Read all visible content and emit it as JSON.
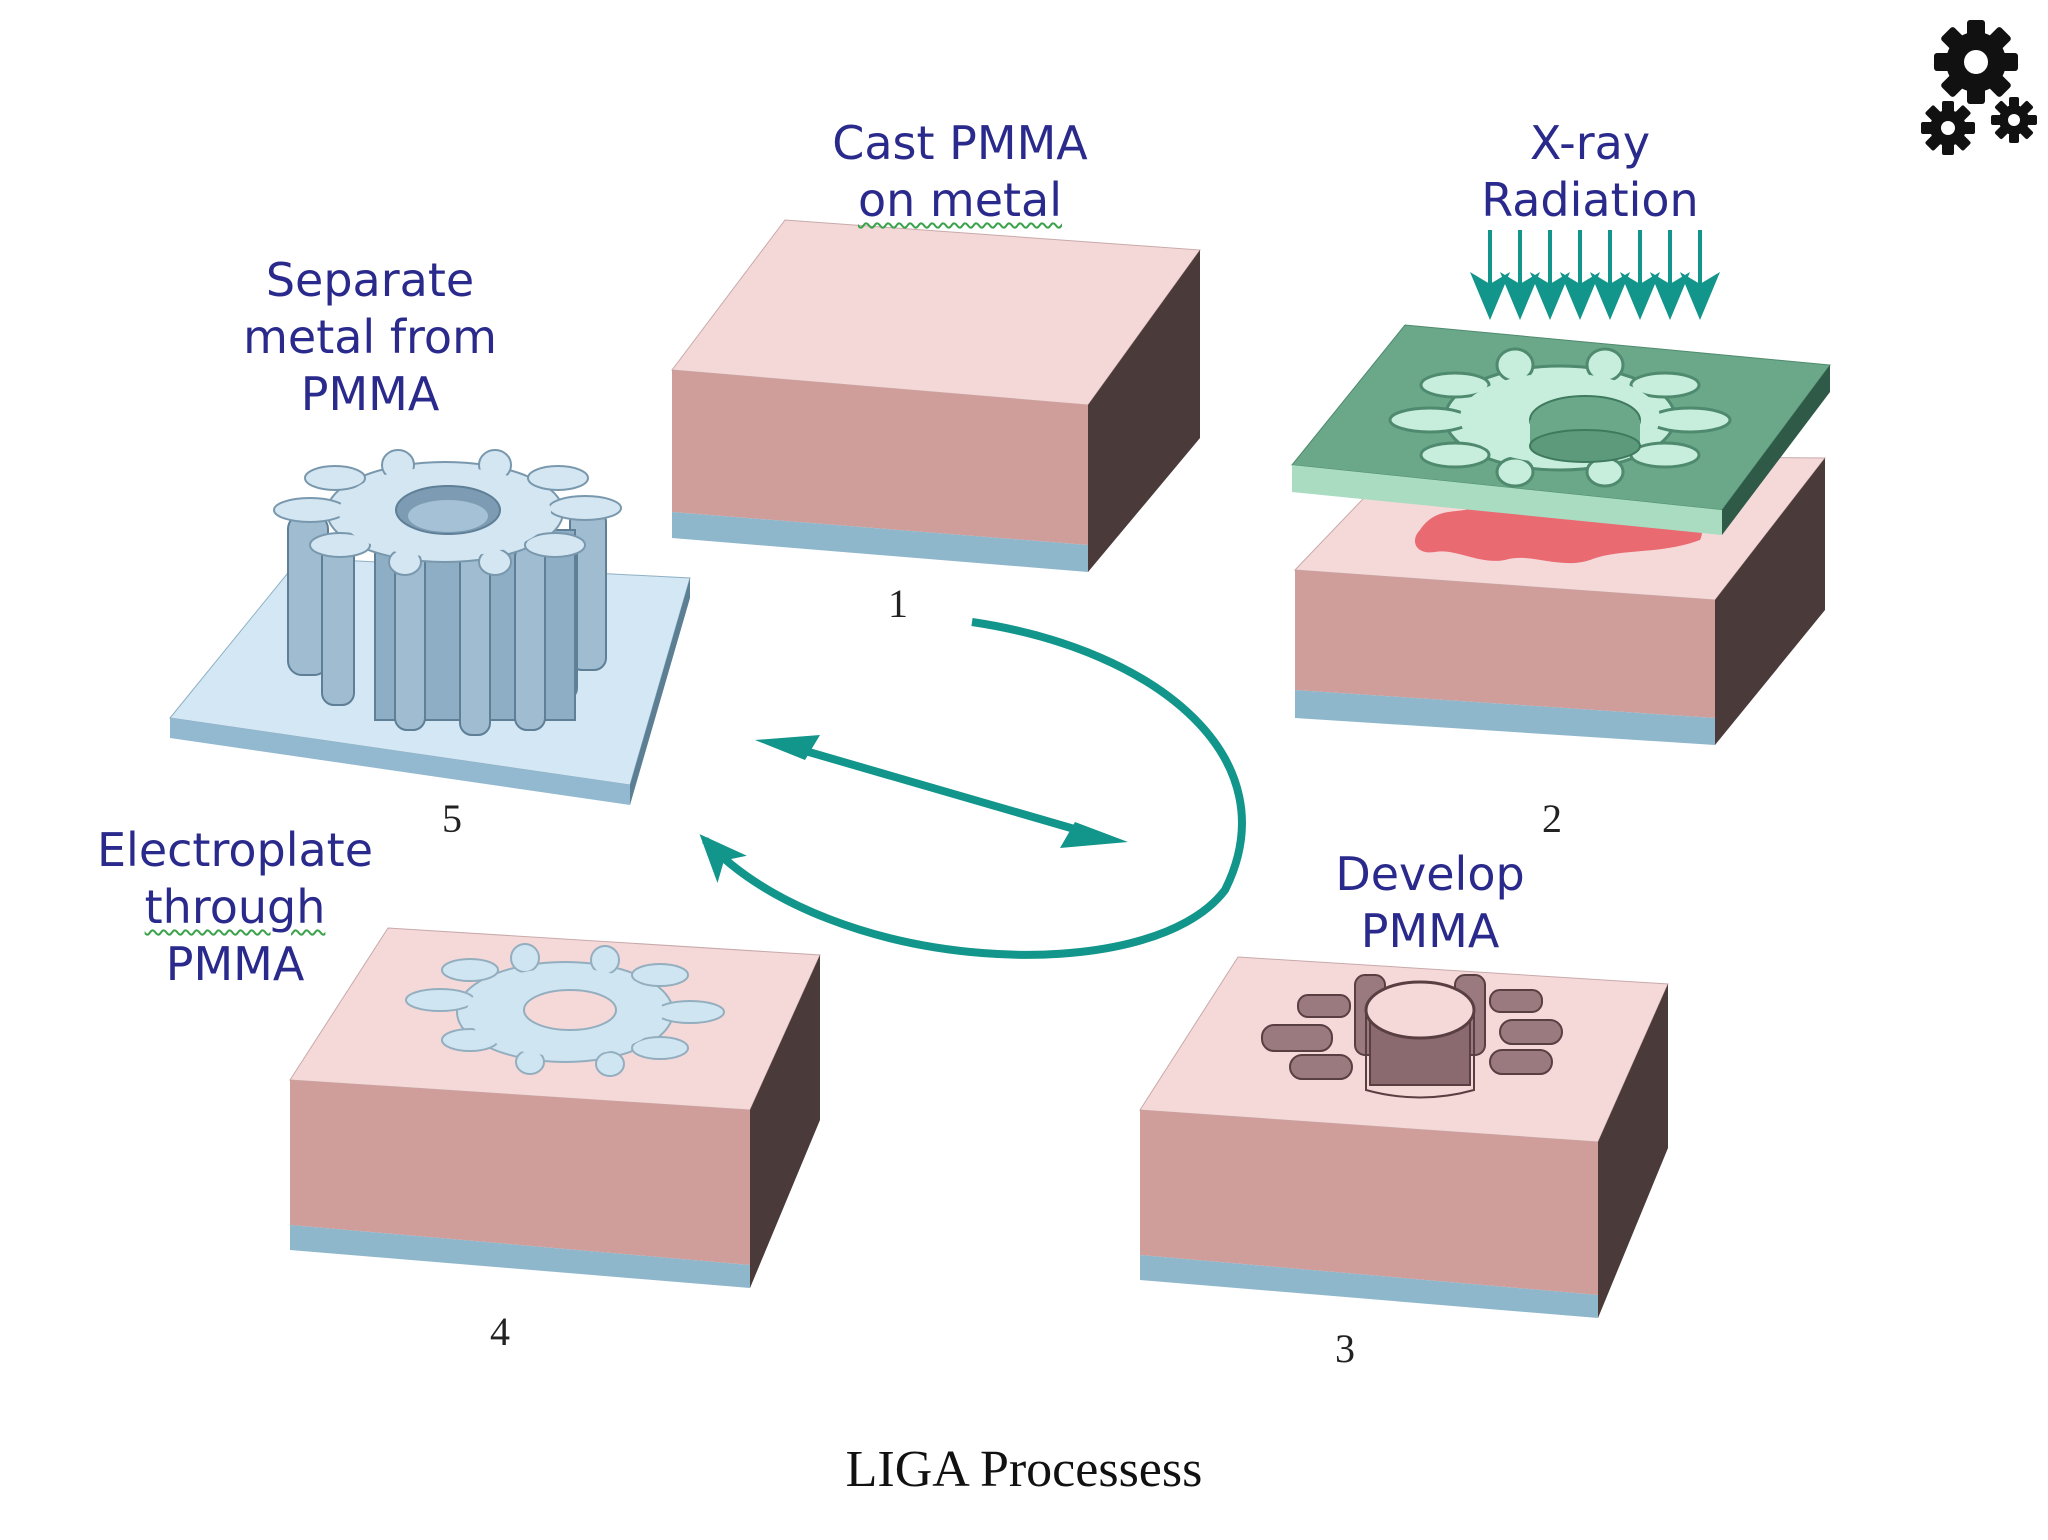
{
  "steps": [
    {
      "number": "1",
      "label_lines": [
        "Cast PMMA",
        "on metal"
      ]
    },
    {
      "number": "2",
      "label_lines": [
        "X-ray",
        "Radiation"
      ]
    },
    {
      "number": "3",
      "label_lines": [
        "Develop",
        "PMMA"
      ]
    },
    {
      "number": "4",
      "label_lines": [
        "Electroplate",
        "through",
        "PMMA"
      ]
    },
    {
      "number": "5",
      "label_lines": [
        "Separate",
        "metal from",
        "PMMA"
      ]
    }
  ],
  "caption": "LIGA Processess",
  "icons": {
    "corner": "gears-icon"
  },
  "colors": {
    "label_text": "#2a2a8c",
    "pmma_top": "#f4d8d8",
    "pmma_front": "#cf9d9a",
    "pmma_side": "#4a3a3a",
    "metal_layer": "#8fb7cc",
    "mask": "#6aa889",
    "exposed": "#ea6a72",
    "arrows": "#12958a",
    "gear_metal": "#b9d1e2"
  }
}
